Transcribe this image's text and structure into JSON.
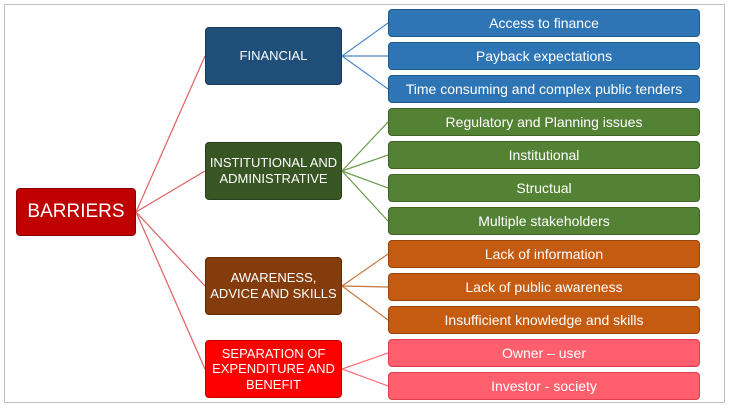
{
  "root": {
    "label": "BARRIERS",
    "color": "#c00000"
  },
  "link_color": "#e06060",
  "categories": [
    {
      "label": "FINANCIAL",
      "color": "#1f4e79",
      "items": [
        "Access to finance",
        "Payback expectations",
        "Time consuming and complex public tenders"
      ],
      "item_color": "#2e75b6"
    },
    {
      "label": "INSTITUTIONAL AND ADMINISTRATIVE",
      "color": "#375623",
      "items": [
        "Regulatory and Planning issues",
        "Institutional",
        "Structual",
        "Multiple stakeholders"
      ],
      "item_color": "#548235"
    },
    {
      "label": "AWARENESS, ADVICE AND SKILLS",
      "color": "#843c0c",
      "items": [
        "Lack of information",
        "Lack of public awareness",
        "Insufficient knowledge and skills"
      ],
      "item_color": "#c55a11"
    },
    {
      "label": "SEPARATION OF EXPENDITURE AND BENEFIT",
      "color": "#ff0000",
      "items": [
        "Owner – user",
        "Investor - society"
      ],
      "item_color": "#ff5f6d"
    }
  ]
}
